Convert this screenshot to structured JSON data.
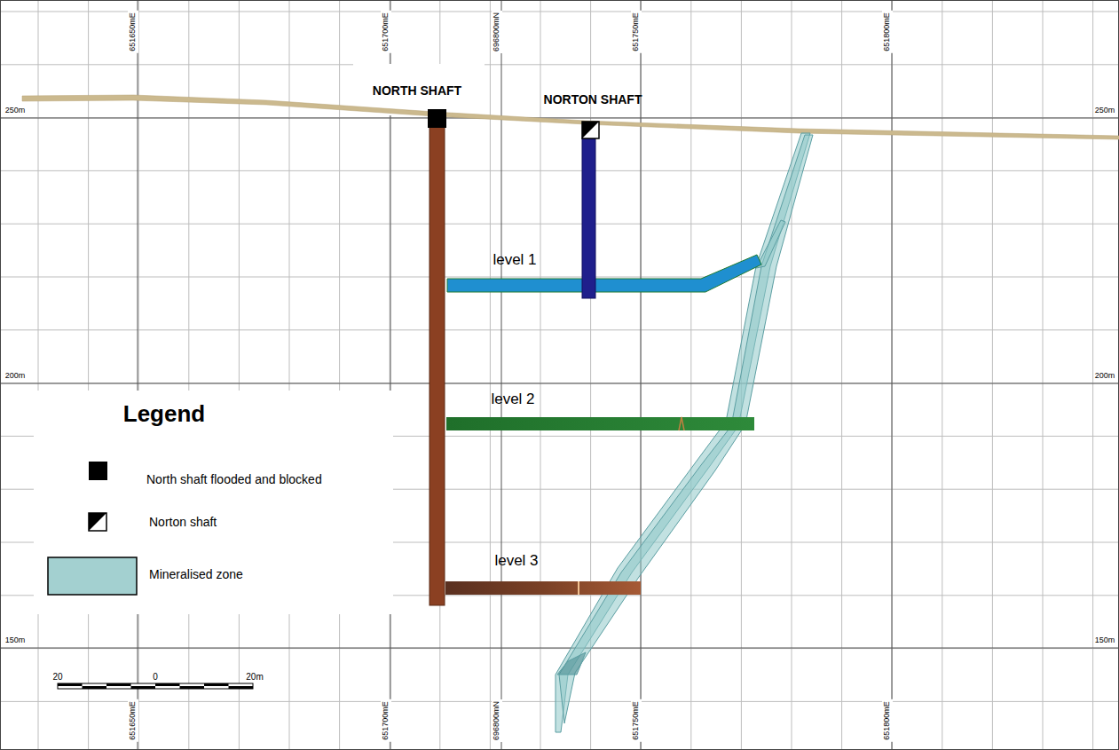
{
  "diagram": {
    "labels": [
      "NORTH SHAFT",
      "NORTON SHAFT",
      "level 1",
      "level 2",
      "level 3",
      "Legend",
      "250m",
      "250m",
      "200m",
      "200m",
      "150m",
      "150m",
      "651650mE",
      "651700mE",
      "696800mN",
      "651750mE",
      "651800mE",
      "651650mE",
      "651700mE",
      "696800mN",
      "651750mE",
      "651800mE",
      "20",
      "0",
      "20m"
    ],
    "legend": [
      {
        "text": "North shaft flooded and blocked",
        "color": "#000000"
      },
      {
        "text": "Norton shaft"
      },
      {
        "text": "Mineralised zone",
        "color": "#a3d0d0"
      }
    ]
  }
}
